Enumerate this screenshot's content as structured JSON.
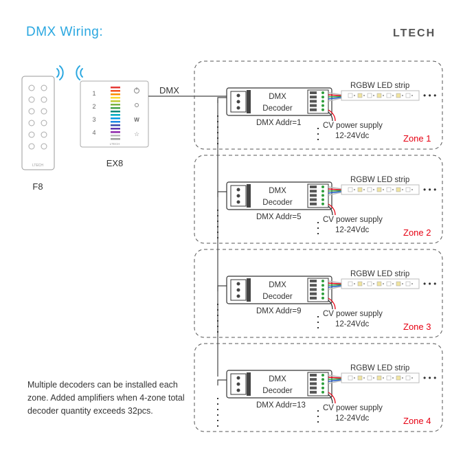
{
  "title": "DMX Wiring:",
  "brand": "LTECH",
  "remote": {
    "label": "F8",
    "logo": "LTECH"
  },
  "panel": {
    "label": "EX8",
    "logo": "LTECH",
    "zone_numbers": [
      "1",
      "2",
      "3",
      "4"
    ],
    "w_label": "W"
  },
  "dmx_label": "DMX",
  "note": "Multiple decoders can be installed each zone. Added amplifiers when 4-zone total decoder quantity exceeds 32pcs.",
  "zones": [
    {
      "zone": "Zone 1",
      "addr": "DMX Addr=1",
      "decoder_line1": "DMX",
      "decoder_line2": "Decoder",
      "strip": "RGBW LED strip",
      "power1": "CV power supply",
      "power2": "12-24Vdc",
      "dots": "• • •"
    },
    {
      "zone": "Zone 2",
      "addr": "DMX Addr=5",
      "decoder_line1": "DMX",
      "decoder_line2": "Decoder",
      "strip": "RGBW LED strip",
      "power1": "CV power supply",
      "power2": "12-24Vdc",
      "dots": "• • •"
    },
    {
      "zone": "Zone 3",
      "addr": "DMX Addr=9",
      "decoder_line1": "DMX",
      "decoder_line2": "Decoder",
      "strip": "RGBW LED strip",
      "power1": "CV power supply",
      "power2": "12-24Vdc",
      "dots": "• • •"
    },
    {
      "zone": "Zone 4",
      "addr": "DMX Addr=13",
      "decoder_line1": "DMX",
      "decoder_line2": "Decoder",
      "strip": "RGBW LED strip",
      "power1": "CV power supply",
      "power2": "12-24Vdc",
      "dots": "• • •"
    }
  ],
  "colors": {
    "title": "#2aa7e0",
    "zone_label": "#e60012",
    "wire_red": "#e60012",
    "wire_green": "#2e9e3c",
    "wire_blue": "#1a56c8",
    "wire_white": "#bbbbbb",
    "wifi": "#2aa7e0"
  },
  "icons": [
    "wifi-icon",
    "power-icon",
    "sun-icon",
    "star-icon"
  ]
}
